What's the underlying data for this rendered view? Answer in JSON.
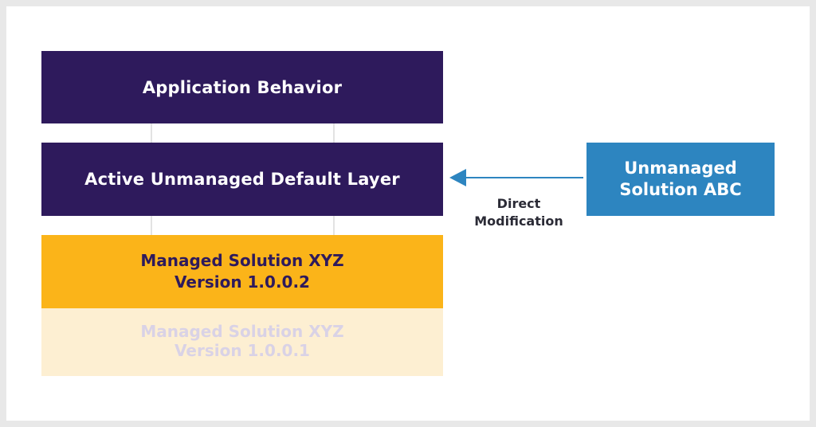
{
  "diagram": {
    "application_behavior": "Application Behavior",
    "active_layer": "Active Unmanaged Default Layer",
    "managed_current": {
      "line1": "Managed Solution XYZ",
      "line2": "Version 1.0.0.2"
    },
    "managed_previous": {
      "line1": "Managed Solution XYZ",
      "line2": "Version 1.0.0.1"
    },
    "unmanaged_solution": {
      "line1": "Unmanaged",
      "line2": "Solution ABC"
    },
    "arrow_label": {
      "line1": "Direct",
      "line2": "Modification"
    }
  },
  "colors": {
    "dark_layer": "#2e1a5c",
    "managed_layer": "#fbb419",
    "managed_layer_faded": "#fdefd2",
    "unmanaged_solution": "#2d85c0",
    "connector": "#e3e3e3"
  }
}
